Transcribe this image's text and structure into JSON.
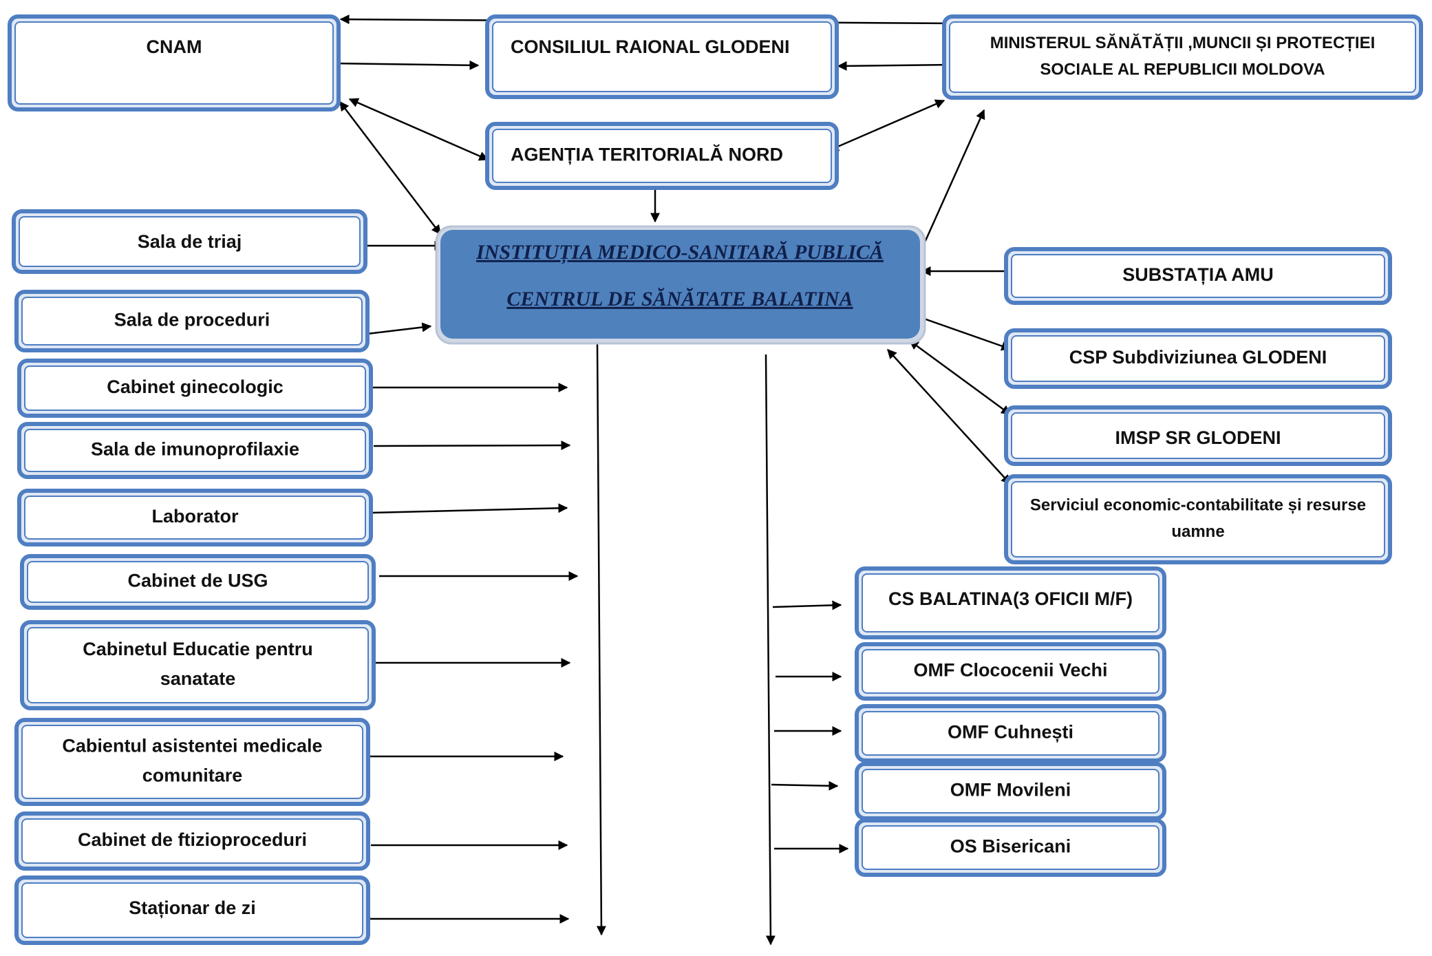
{
  "colors": {
    "box_border": "#4f7ec2",
    "box_inner": "#dfe8f5",
    "center_fill": "#4f81bd",
    "center_text": "#10204a",
    "arrow": "#000000"
  },
  "nodes": {
    "cnam": "CNAM",
    "consiliul": "CONSILIUL RAIONAL GLODENI",
    "ministerul": [
      "MINISTERUL SĂNĂTĂȚII ,MUNCII ȘI PROTECȚIEI",
      "SOCIALE AL REPUBLICII MOLDOVA"
    ],
    "agentia": "AGENȚIA TERITORIALĂ NORD",
    "center": [
      "INSTITUȚIA MEDICO-SANITARĂ PUBLICĂ",
      "CENTRUL DE SĂNĂTATE BALATINA"
    ],
    "sala_triaj": "Sala de triaj",
    "sala_proceduri": "Sala de proceduri",
    "cabinet_ginecologic": "Cabinet ginecologic",
    "sala_imunoprofilaxie": "Sala de imunoprofilaxie",
    "laborator": "Laborator",
    "cabinet_usg": "Cabinet de USG",
    "cabinet_educatie": [
      "Cabinetul Educatie pentru",
      "sanatate"
    ],
    "cabinet_asistenta": [
      "Cabientul asistentei medicale",
      "comunitare"
    ],
    "cabinet_ftizio": "Cabinet de ftizioproceduri",
    "stationar": "Staționar de zi",
    "substatia": "SUBSTAȚIA AMU",
    "csp": "CSP Subdiviziunea GLODENI",
    "imsp_sr": "IMSP SR GLODENI",
    "serviciul": [
      "Serviciul economic-contabilitate și resurse",
      "uamne"
    ],
    "cs_balatina": "CS BALATINA(3 OFICII M/F)",
    "omf_clococenii": "OMF Clococenii Vechi",
    "omf_cuhnesti": "OMF Cuhnești",
    "omf_movileni": "OMF Movileni",
    "os_bisericani": "OS Bisericani"
  }
}
